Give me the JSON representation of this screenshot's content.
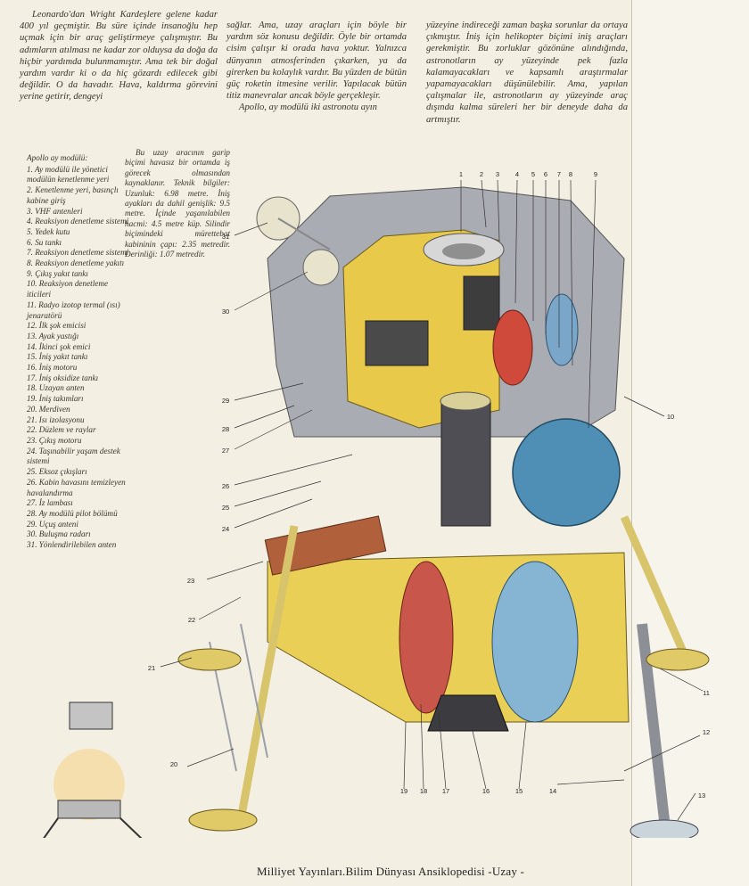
{
  "article": {
    "col1": "Leonardo'dan Wright Kardeşlere gelene kadar 400 yıl geçmiştir. Bu süre içinde insanoğlu hep uçmak için bir araç geliştirmeye çalışmıştır. Bu adımların atılması ne kadar zor olduysa da doğa da hiçbir yardımda bulunmamıştır. Ama tek bir doğal yardım vardır ki o da hiç gözardı edilecek gibi değildir. O da havadır. Hava, kaldırma görevini yerine getirir, dengeyi",
    "col2_p1": "sağlar. Ama, uzay araçları için böyle bir yardım söz konusu değildir. Öyle bir ortamda cisim çalışır ki orada hava yoktur. Yalnızca dünyanın atmosferinden çıkarken, ya da girerken bu kolaylık vardır. Bu yüzden de bütün güç roketin itmesine verilir. Yapılacak bütün titiz manevralar ancak böyle gerçekleşir.",
    "col2_p2": "Apollo, ay modülü iki astronotu ayın",
    "col3": "yüzeyine indireceği zaman başka sorunlar da ortaya çıkmıştır. İniş için helikopter biçimi iniş araçları gerekmiştir. Bu zorluklar gözönüne alındığında, astronotların ay yüzeyinde pek fazla kalamayacakları ve kapsamlı araştırmalar yapamayacakları düşünülebilir. Ama, yapılan çalışmalar ile, astronotların ay yüzeyinde araç dışında kalma süreleri her bir deneyde daha da artmıştır."
  },
  "legend": {
    "title": "Apollo ay modülü:",
    "items": [
      "1. Ay modülü ile yönetici modülün kenetlenme yeri",
      "2. Kenetlenme yeri, basınçlı kabine giriş",
      "3. VHF antenleri",
      "4. Reaksiyon denetleme sistemi",
      "5. Yedek kutu",
      "6. Su tankı",
      "7. Reaksiyon denetleme sistemi",
      "8. Reaksiyon denetleme yakıtı",
      "9. Çıkış yakıt tankı",
      "10. Reaksiyon denetleme iticileri",
      "11. Radyo izotop termal (ısı) jenaratörü",
      "12. İlk şok emicisi",
      "13. Ayak yastığı",
      "14. İkinci şok emici",
      "15. İniş yakıt tankı",
      "16. İniş motoru",
      "17. İniş oksidize tankı",
      "18. Uzayan anten",
      "19. İniş takımları",
      "20. Merdiven",
      "21. Isı izolasyonu",
      "22. Düzlem ve raylar",
      "23. Çıkış motoru",
      "24. Taşınabilir yaşam destek sistemi",
      "25. Eksoz çıkışları",
      "26. Kabin havasını temizleyen havalandırma",
      "27. İz lambası",
      "28. Ay modülü pilot bölümü",
      "29. Uçuş anteni",
      "30. Buluşma radarı",
      "31. Yönlendirilebilen anten"
    ]
  },
  "specs": "Bu uzay aracının garip biçimi havasız bir ortamda iş görecek olmasından kaynaklanır. Teknik bilgiler: Uzunluk: 6.98 metre. İniş ayakları da dahil genişlik: 9.5 metre. İçinde yaşanılabilen hacmi: 4.5 metre küp. Silindir biçimindeki mürettebat kabininin çapı: 2.35 metredir. Derinliği: 1.07 metredir.",
  "callouts": [
    "1",
    "2",
    "3",
    "4",
    "5",
    "6",
    "7",
    "8",
    "9",
    "10",
    "11",
    "12",
    "13",
    "14",
    "15",
    "16",
    "17",
    "18",
    "19",
    "20",
    "21",
    "22",
    "23",
    "24",
    "25",
    "26",
    "27",
    "28",
    "29",
    "30",
    "31"
  ],
  "footer": "Milliyet Yayınları.Bilim Dünyası Ansiklopedisi  -Uzay -"
}
